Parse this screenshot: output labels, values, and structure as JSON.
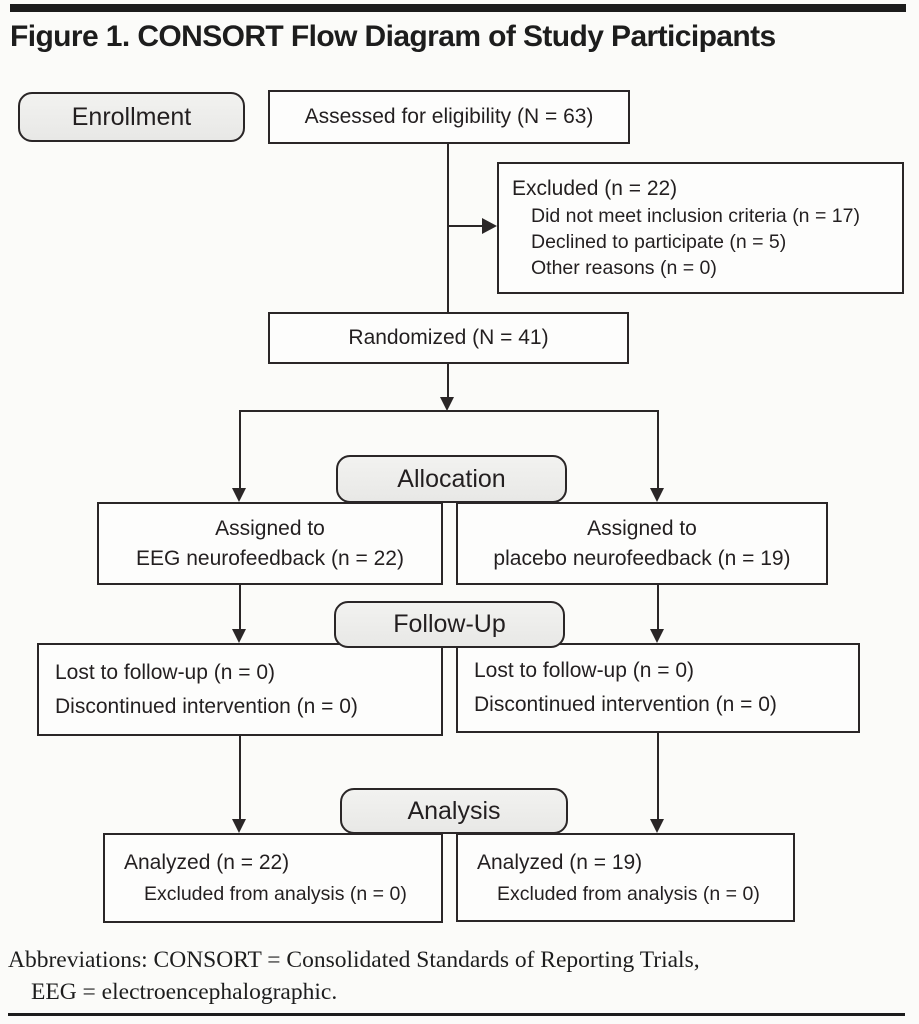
{
  "title": "Figure 1. CONSORT Flow Diagram of Study Participants",
  "stages": {
    "enrollment": "Enrollment",
    "allocation": "Allocation",
    "followup": "Follow-Up",
    "analysis": "Analysis"
  },
  "boxes": {
    "assessed": "Assessed for eligibility (N = 63)",
    "excluded": {
      "title": "Excluded (n = 22)",
      "items": [
        "Did not meet inclusion criteria (n = 17)",
        "Declined to participate (n = 5)",
        "Other reasons (n = 0)"
      ]
    },
    "randomized": "Randomized (N = 41)",
    "assigned_left": {
      "line1": "Assigned to",
      "line2": "EEG neurofeedback (n = 22)"
    },
    "assigned_right": {
      "line1": "Assigned to",
      "line2": "placebo neurofeedback (n = 19)"
    },
    "followup_left": {
      "line1": "Lost to follow-up (n = 0)",
      "line2": "Discontinued intervention (n = 0)"
    },
    "followup_right": {
      "line1": "Lost to follow-up (n = 0)",
      "line2": "Discontinued intervention (n = 0)"
    },
    "analyzed_left": {
      "line1": "Analyzed (n = 22)",
      "line2": "Excluded from analysis (n = 0)"
    },
    "analyzed_right": {
      "line1": "Analyzed (n = 19)",
      "line2": "Excluded from analysis (n = 0)"
    }
  },
  "footer": {
    "line1": "Abbreviations: CONSORT = Consolidated Standards of Reporting Trials,",
    "line2": "EEG = electroencephalographic."
  },
  "colors": {
    "line": "#2a2627",
    "stage_fill": "#ececea",
    "box_fill": "#fdfdfc",
    "text": "#231f20"
  }
}
